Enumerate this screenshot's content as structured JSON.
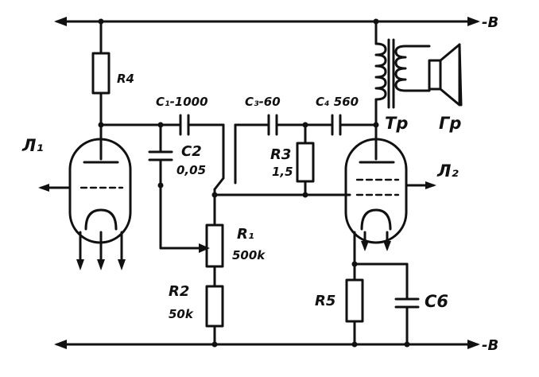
{
  "labels": {
    "rail_top": "-В",
    "rail_bottom": "-В",
    "tube1": "Л₁",
    "tube2": "Л₂",
    "r4": "R4",
    "c1": "C₁-1000",
    "c2": "C2",
    "c2_value": "0,05",
    "c3": "C₃-60",
    "c4": "C₄ 560",
    "r3": "R3",
    "r3_value": "1,5",
    "transformer": "Тр",
    "speaker": "Гр",
    "r1": "R₁",
    "r1_value": "500k",
    "r2": "R2",
    "r2_value": "50k",
    "r5": "R5",
    "c6": "C6"
  }
}
